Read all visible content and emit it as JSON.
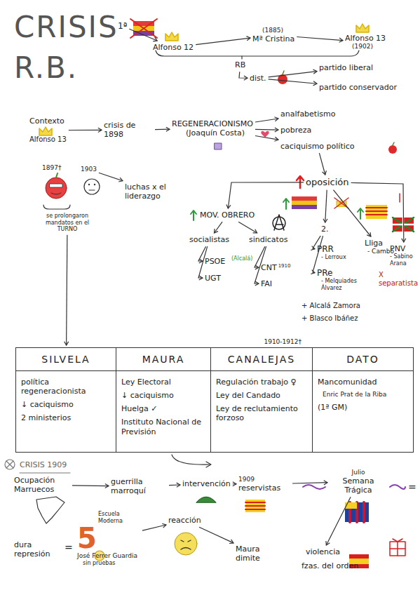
{
  "diagram": {
    "title": "CRISIS R.B.",
    "nodes": [
      {
        "text": [
          "1ª"
        ]
      },
      {
        "text": [
          "Alfonso 12"
        ]
      },
      {
        "text": [
          "(1885)",
          "Mª Cristina"
        ]
      },
      {
        "text": [
          "Alfonso 13",
          "(1902)"
        ]
      },
      {
        "text": [
          "RB"
        ]
      },
      {
        "text": [
          "dist."
        ]
      },
      {
        "text": [
          "partido liberal"
        ]
      },
      {
        "text": [
          "partido conservador"
        ]
      },
      {
        "text": [
          "Contexto",
          "Alfonso 13"
        ]
      },
      {
        "text": [
          "crisis de 1898"
        ]
      },
      {
        "text": [
          "REGENERACIONISMO",
          "(Joaquín Costa)"
        ]
      },
      {
        "text": [
          "analfabetismo"
        ]
      },
      {
        "text": [
          "pobreza"
        ]
      },
      {
        "text": [
          "caciquismo político"
        ]
      },
      {
        "text": [
          "oposición"
        ]
      },
      {
        "text": [
          "1897†"
        ]
      },
      {
        "text": [
          "1903"
        ]
      },
      {
        "text": [
          "luchas x el liderazgo"
        ]
      },
      {
        "text": [
          "se prolongaron mandatos en el TURNO"
        ]
      },
      {
        "text": [
          "MOV. OBRERO"
        ]
      },
      {
        "text": [
          "socialistas"
        ]
      },
      {
        "text": [
          "PSOE"
        ]
      },
      {
        "text": [
          "UGT"
        ]
      },
      {
        "text": [
          "sindicatos"
        ]
      },
      {
        "text": [
          "CNT",
          "1910"
        ]
      },
      {
        "text": [
          "FAI"
        ]
      },
      {
        "text": [
          "2."
        ]
      },
      {
        "text": [
          "PRR",
          "- Lerroux"
        ]
      },
      {
        "text": [
          "PRe",
          "- Melquiades Álvarez"
        ]
      },
      {
        "text": [
          "Lliga",
          "- Cambó"
        ]
      },
      {
        "text": [
          "PNV",
          "- Sabino Arana"
        ]
      },
      {
        "text": [
          "SILVELA",
          "política regeneracionista",
          "↓ caciquismo",
          "2 ministerios"
        ]
      },
      {
        "text": [
          "MAURA",
          "Ley Electoral",
          "↓ caciquismo",
          "Huelga ✓",
          "Instituto Nacional de Previsión"
        ]
      },
      {
        "text": [
          "CANALEJAS",
          "1910-1912†",
          "Regulación trabajo ♀",
          "Ley del Candado",
          "Ley de reclutamiento forzoso"
        ]
      },
      {
        "text": [
          "DATO",
          "Mancomunidad",
          "Enric Prat de la Riba",
          "(1ª GM)"
        ]
      },
      {
        "text": [
          "CRISIS 1909"
        ]
      },
      {
        "text": [
          "Ocupación Marruecos"
        ]
      },
      {
        "text": [
          "guerrilla marroquí"
        ]
      },
      {
        "text": [
          "intervención"
        ]
      },
      {
        "text": [
          "1909",
          "reservistas"
        ]
      },
      {
        "text": [
          "Julio",
          "Semana Trágica"
        ]
      },
      {
        "text": [
          "dura represión"
        ]
      },
      {
        "text": [
          "Escuela Moderna",
          "5",
          "José Ferrer Guardia",
          "sin pruebas"
        ]
      },
      {
        "text": [
          "reacción"
        ]
      },
      {
        "text": [
          "Maura dimite"
        ]
      },
      {
        "text": [
          "violencia"
        ]
      },
      {
        "text": [
          "fzas. del orden"
        ]
      }
    ],
    "edges": [
      {
        "from": 0,
        "to": 1,
        "arrow": "to"
      },
      {
        "from": 1,
        "to": 2,
        "arrow": "to"
      },
      {
        "from": 2,
        "to": 3,
        "arrow": "to"
      },
      {
        "from": 4,
        "to": 5,
        "arrow": "to"
      },
      {
        "from": 5,
        "to": 6,
        "arrow": "to"
      },
      {
        "from": 5,
        "to": 7,
        "arrow": "to"
      },
      {
        "from": 8,
        "to": 9,
        "arrow": "to"
      },
      {
        "from": 9,
        "to": 10,
        "arrow": "to"
      },
      {
        "from": 10,
        "to": 11,
        "arrow": "to"
      },
      {
        "from": 10,
        "to": 12,
        "arrow": "to"
      },
      {
        "from": 10,
        "to": 13,
        "arrow": "to"
      },
      {
        "from": 13,
        "to": 14,
        "arrow": "to"
      },
      {
        "from": 16,
        "to": 17,
        "arrow": "to"
      },
      {
        "from": 14,
        "to": 19,
        "arrow": "to"
      },
      {
        "from": 19,
        "to": 20,
        "arrow": "to"
      },
      {
        "from": 19,
        "to": 23,
        "arrow": "to"
      },
      {
        "from": 20,
        "to": 21,
        "arrow": "to"
      },
      {
        "from": 20,
        "to": 22,
        "arrow": "to"
      },
      {
        "from": 23,
        "to": 24,
        "arrow": "to"
      },
      {
        "from": 23,
        "to": 25,
        "arrow": "to"
      },
      {
        "from": 14,
        "to": 26,
        "arrow": "to"
      },
      {
        "from": 26,
        "to": 27,
        "arrow": "to"
      },
      {
        "from": 26,
        "to": 28,
        "arrow": "to"
      },
      {
        "from": 14,
        "to": 29,
        "arrow": "to"
      },
      {
        "from": 14,
        "to": 30,
        "arrow": "to"
      },
      {
        "from": 18,
        "to": 31,
        "arrow": "to"
      },
      {
        "from": 36,
        "to": 37,
        "arrow": "to"
      },
      {
        "from": 37,
        "to": 38,
        "arrow": "to"
      },
      {
        "from": 38,
        "to": 39,
        "arrow": "to"
      },
      {
        "from": 39,
        "to": 40,
        "arrow": "to"
      },
      {
        "from": 42,
        "to": 43,
        "arrow": "to"
      },
      {
        "from": 43,
        "to": 44,
        "arrow": "to"
      },
      {
        "from": 40,
        "to": 45,
        "arrow": "to"
      }
    ],
    "labels": [
      "(Alcalá)",
      "+ Alcalá Zamora",
      "+ Blasco Ibáñez",
      "X separatista",
      "=",
      "="
    ]
  }
}
